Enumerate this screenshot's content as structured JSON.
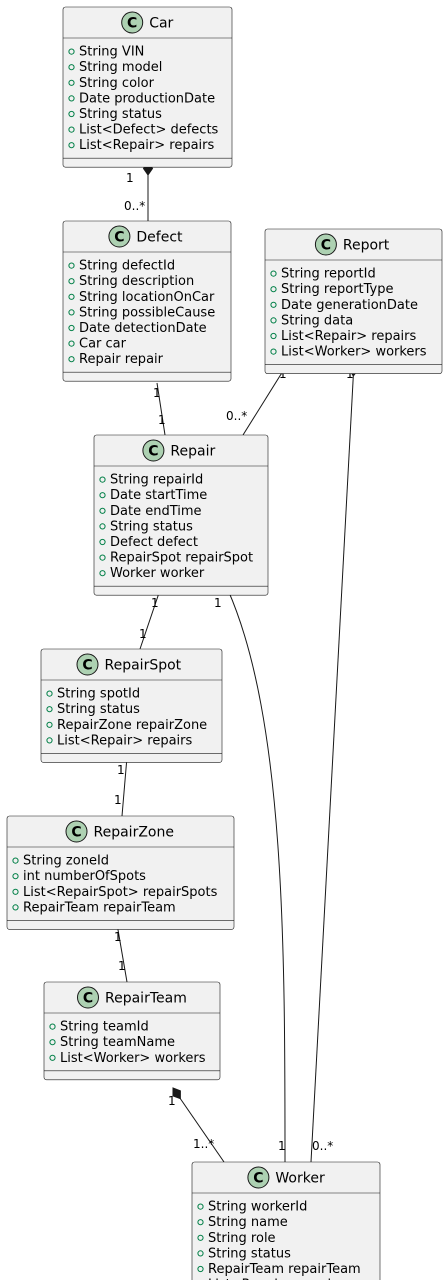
{
  "icon": "class-c-icon",
  "colors": {
    "box": "#f1f1f1",
    "icon": "#add1b2",
    "visibility": "#038048",
    "line": "#181818"
  },
  "classes": [
    {
      "id": "car",
      "name": "Car",
      "attributes": [
        "String VIN",
        "String model",
        "String color",
        "Date productionDate",
        "String status",
        "List<Defect> defects",
        "List<Repair> repairs"
      ]
    },
    {
      "id": "defect",
      "name": "Defect",
      "attributes": [
        "String defectId",
        "String description",
        "String locationOnCar",
        "String possibleCause",
        "Date detectionDate",
        "Car car",
        "Repair repair"
      ]
    },
    {
      "id": "report",
      "name": "Report",
      "attributes": [
        "String reportId",
        "String reportType",
        "Date generationDate",
        "String data",
        "List<Repair> repairs",
        "List<Worker> workers"
      ]
    },
    {
      "id": "repair",
      "name": "Repair",
      "attributes": [
        "String repairId",
        "Date startTime",
        "Date endTime",
        "String status",
        "Defect defect",
        "RepairSpot repairSpot",
        "Worker worker"
      ]
    },
    {
      "id": "repairspot",
      "name": "RepairSpot",
      "attributes": [
        "String spotId",
        "String status",
        "RepairZone repairZone",
        "List<Repair> repairs"
      ]
    },
    {
      "id": "repairzone",
      "name": "RepairZone",
      "attributes": [
        "String zoneId",
        "int numberOfSpots",
        "List<RepairSpot> repairSpots",
        "RepairTeam repairTeam"
      ]
    },
    {
      "id": "repairteam",
      "name": "RepairTeam",
      "attributes": [
        "String teamId",
        "String teamName",
        "List<Worker> workers"
      ]
    },
    {
      "id": "worker",
      "name": "Worker",
      "attributes": [
        "String workerId",
        "String name",
        "String role",
        "String status",
        "RepairTeam repairTeam",
        "List<Repair> repairs"
      ]
    }
  ],
  "relations": [
    {
      "from": "car",
      "to": "defect",
      "kind": "composition",
      "from_mult": "1",
      "to_mult": "0..*"
    },
    {
      "from": "defect",
      "to": "repair",
      "kind": "association",
      "from_mult": "1",
      "to_mult": "1"
    },
    {
      "from": "report",
      "to": "repair",
      "kind": "composition",
      "from_mult": "1",
      "to_mult": "0..*"
    },
    {
      "from": "report",
      "to": "worker",
      "kind": "composition",
      "from_mult": "1",
      "to_mult": "0..*"
    },
    {
      "from": "repair",
      "to": "repairspot",
      "kind": "association",
      "from_mult": "1",
      "to_mult": "1"
    },
    {
      "from": "repair",
      "to": "worker",
      "kind": "association",
      "from_mult": "1",
      "to_mult": "1"
    },
    {
      "from": "repairspot",
      "to": "repairzone",
      "kind": "association",
      "from_mult": "1",
      "to_mult": "1"
    },
    {
      "from": "repairzone",
      "to": "repairteam",
      "kind": "association",
      "from_mult": "1",
      "to_mult": "1"
    },
    {
      "from": "repairteam",
      "to": "worker",
      "kind": "composition",
      "from_mult": "1",
      "to_mult": "1..*"
    }
  ]
}
